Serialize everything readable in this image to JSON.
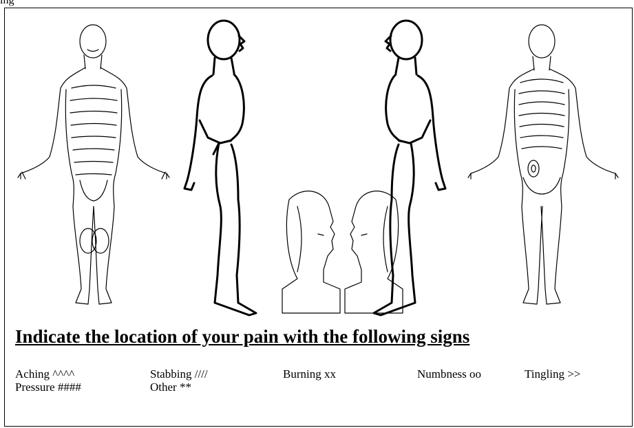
{
  "top_fragment": "ing",
  "instruction": "Indicate the location of your pain with the following signs",
  "legend": [
    {
      "label": "Aching ^^^^"
    },
    {
      "label": "Stabbing ////"
    },
    {
      "label": "Burning  xx"
    },
    {
      "label": "Numbness oo"
    },
    {
      "label": "Tingling >>"
    },
    {
      "label": "Pressure ####"
    },
    {
      "label": "Other **"
    }
  ],
  "figures": [
    "front-body",
    "right-profile-body",
    "left-profile-body",
    "back-body",
    "head-right",
    "head-left"
  ]
}
